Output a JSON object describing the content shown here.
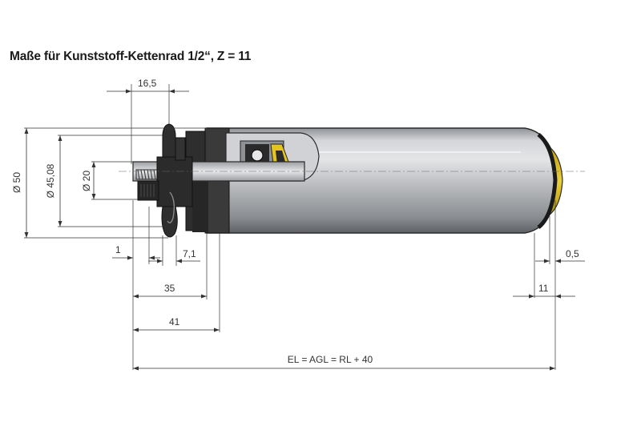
{
  "title": "Maße für Kunststoff-Kettenrad 1/2“, Z = 11",
  "dimensions": {
    "d16_5": "16,5",
    "dia50": "Ø 50",
    "dia45_08": "Ø 45,08",
    "dia20": "Ø 20",
    "d1": "1",
    "d7_1": "7,1",
    "d0_5": "0,5",
    "d35": "35",
    "d11": "11",
    "d41": "41",
    "total": "EL = AGL = RL + 40"
  },
  "colors": {
    "tube": "#b4b6b9",
    "dark": "#2a2a2a",
    "insert": "#c9cbce",
    "cap": "#d9b814",
    "lines": "#333333"
  }
}
